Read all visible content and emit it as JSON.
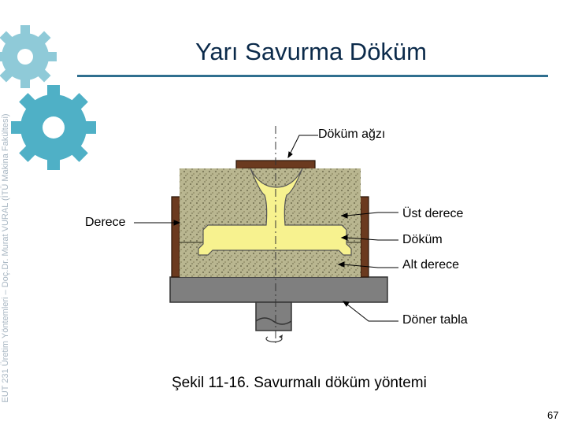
{
  "slide": {
    "title": "Yarı Savurma Döküm",
    "side_text": "EUT 231 Üretim Yöntemleri – Doç.Dr. Murat VURAL (İTÜ Makina Fakültesi)",
    "page_number": "67"
  },
  "diagram": {
    "labels": {
      "pouring_cup": "Döküm ağzı",
      "cope": "Üst derece",
      "casting": "Döküm",
      "drag": "Alt derece",
      "flask": "Derece",
      "rotating_table": "Döner tabla"
    },
    "caption": "Şekil 11-16. Savurmalı döküm yöntemi"
  },
  "colors": {
    "title": "#0b2a4a",
    "rule": "#2f6f8f",
    "gear": "#4fb0c6",
    "flask_wood": "#6b3a1f",
    "sand": "#b9b690",
    "metal": "#f7f28f",
    "table": "#7f7f7f"
  }
}
